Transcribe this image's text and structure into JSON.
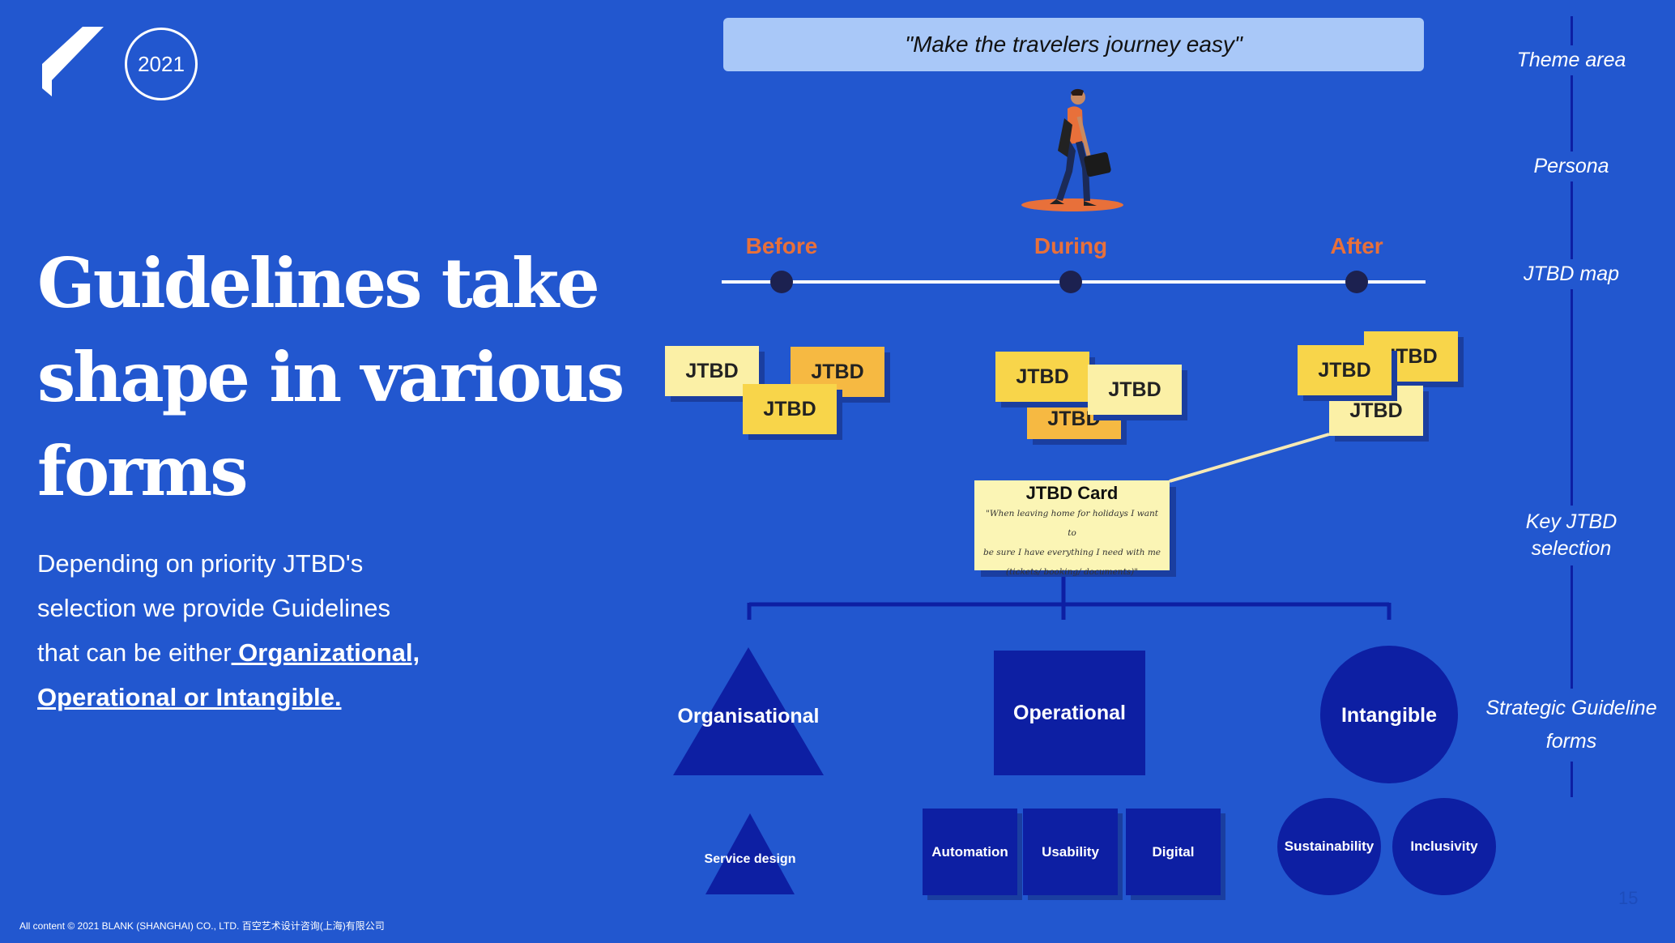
{
  "header": {
    "year": "2021"
  },
  "headline": {
    "line1": "Guidelines  take",
    "line2": "shape in various",
    "line3": "forms"
  },
  "body": {
    "line1": "Depending on priority JTBD's",
    "line2": "selection we provide Guidelines",
    "line3_prefix": "that can be either",
    "highlight1": " Organizational,",
    "highlight2": "Operational or Intangible."
  },
  "diagram": {
    "theme": "\"Make the travelers journey easy\"",
    "phases": [
      "Before",
      "During",
      "After"
    ],
    "jtbd_label": "JTBD",
    "card": {
      "title": "JTBD Card",
      "quote_line1": "\"When leaving home for holidays I want to",
      "quote_line2": "be sure I have everything I need with me",
      "quote_line3": "(tickets/ booking/ documents)\""
    },
    "forms": {
      "organisational": "Organisational",
      "operational": "Operational",
      "intangible": "Intangible"
    },
    "sub_forms": {
      "service_design": "Service design",
      "automation": "Automation",
      "usability": "Usability",
      "digital": "Digital",
      "sustainability": "Sustainability",
      "inclusivity": "Inclusivity"
    }
  },
  "side_labels": {
    "theme_area": "Theme area",
    "persona": "Persona",
    "jtbd_map": "JTBD map",
    "key_line1": "Key JTBD",
    "key_line2": "selection",
    "strategic_line1": "Strategic Guideline",
    "strategic_line2": "forms"
  },
  "footer": {
    "copyright": "All content © 2021 BLANK (SHANGHAI) CO., LTD. 百空艺术设计咨询(上海)有限公司",
    "page_number": "15"
  },
  "colors": {
    "background": "#2257cf",
    "dark_navy": "#0d1fa3",
    "phase_orange": "#e8703a",
    "theme_bar": "#a9c8f8",
    "note_pale": "#fbf0a6",
    "note_yellow": "#f8d54a",
    "note_orange": "#f6b942"
  }
}
